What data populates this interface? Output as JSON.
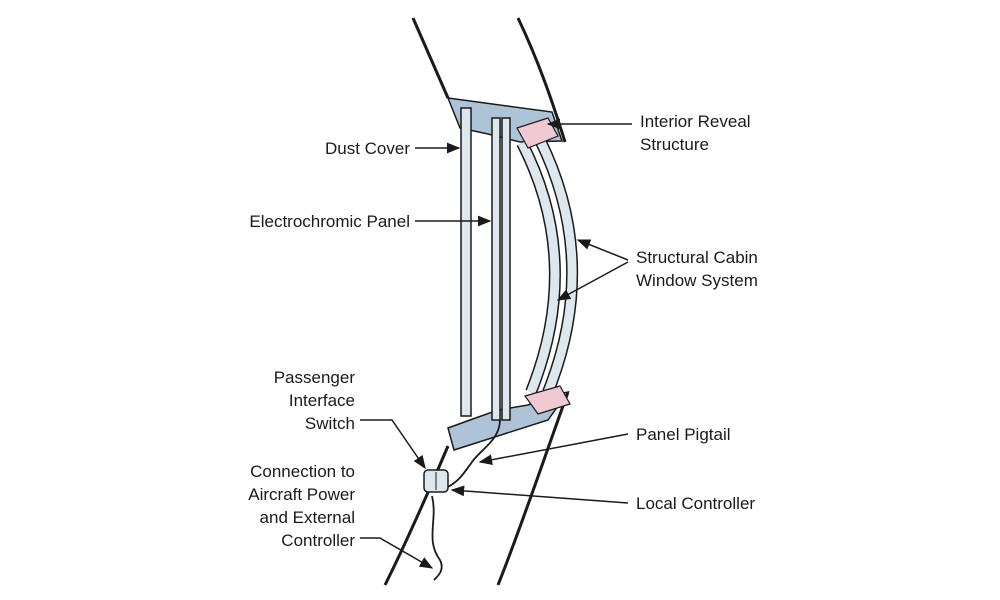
{
  "labels": {
    "dust_cover": "Dust Cover",
    "electrochromic_panel": "Electrochromic Panel",
    "passenger_switch": [
      "Passenger",
      "Interface",
      "Switch"
    ],
    "connection": [
      "Connection to",
      "Aircraft Power",
      "and External",
      "Controller"
    ],
    "interior_reveal": [
      "Interior Reveal",
      "Structure"
    ],
    "structural_cabin": [
      "Structural Cabin",
      "Window System"
    ],
    "panel_pigtail": "Panel Pigtail",
    "local_controller": "Local Controller"
  },
  "colors": {
    "reveal_fill": "#aec4d6",
    "pane_fill": "#dde7ee",
    "pink_seal": "#f0c9d3",
    "line": "#1a1a1a"
  }
}
